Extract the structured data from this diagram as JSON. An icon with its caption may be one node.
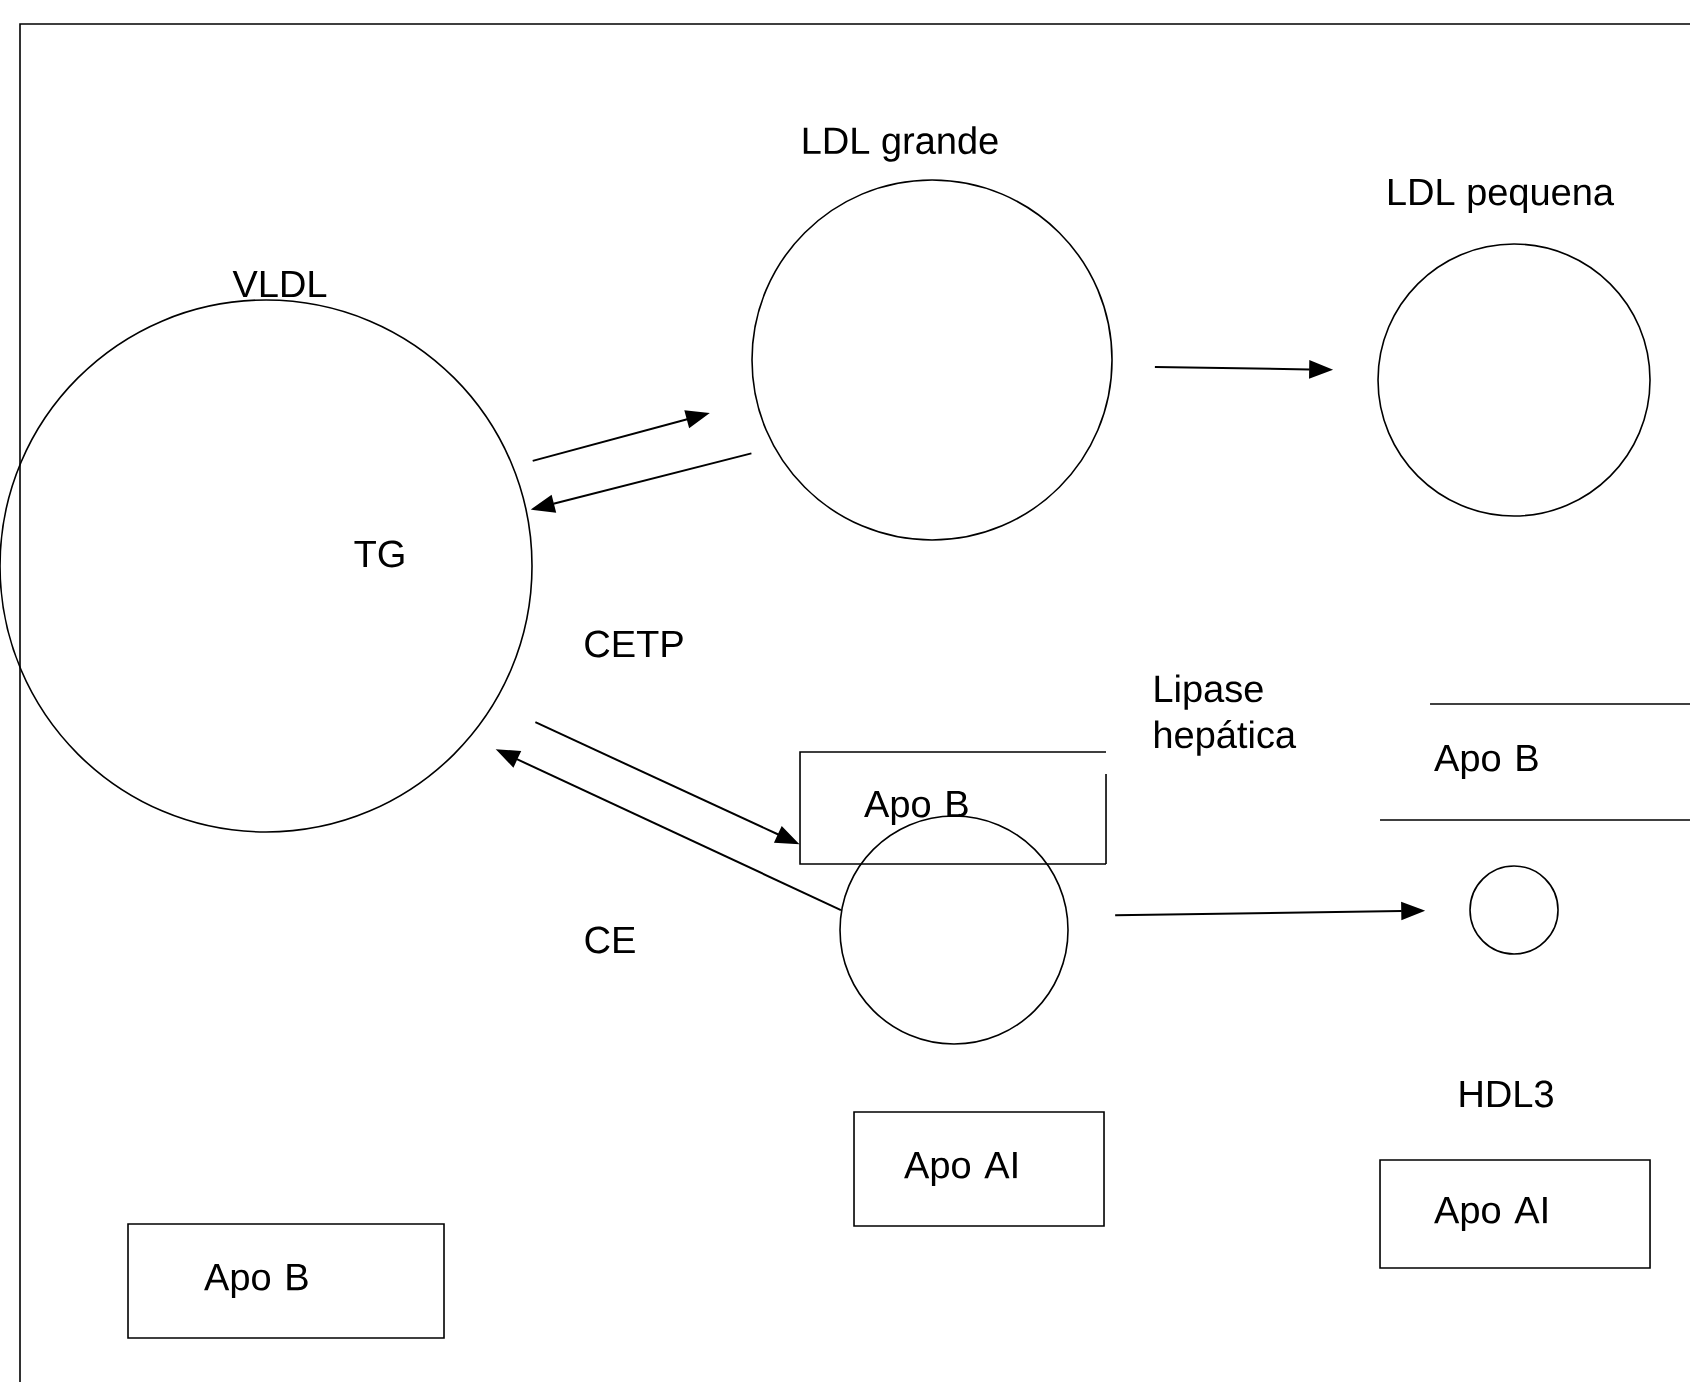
{
  "diagram": {
    "nodes": [
      {
        "text": [
          "VLDL",
          "TG"
        ]
      },
      {
        "text": [
          "LDL grande"
        ]
      },
      {
        "text": [
          "LDL pequena"
        ]
      },
      {
        "text": [
          "Apo B"
        ]
      },
      {
        "text": [
          "Apo B"
        ]
      },
      {
        "text": [],
        "shape": "circle"
      },
      {
        "text": [],
        "shape": "circle"
      },
      {
        "text": [
          "Apo AI"
        ]
      },
      {
        "text": [
          "Apo AI"
        ]
      },
      {
        "text": [
          "Apo B"
        ]
      }
    ],
    "edges": [
      {
        "from": 0,
        "to": 1,
        "arrow": "to"
      },
      {
        "from": 1,
        "to": 0,
        "arrow": "to"
      },
      {
        "from": 1,
        "to": 2,
        "arrow": "to"
      },
      {
        "from": 0,
        "to": 3,
        "arrow": "to"
      },
      {
        "from": 5,
        "to": 0,
        "arrow": "to"
      },
      {
        "from": 5,
        "to": 6,
        "arrow": "to"
      }
    ],
    "labels": [
      "CETP",
      "Lipase hepática",
      "CE",
      "HDL3"
    ]
  }
}
